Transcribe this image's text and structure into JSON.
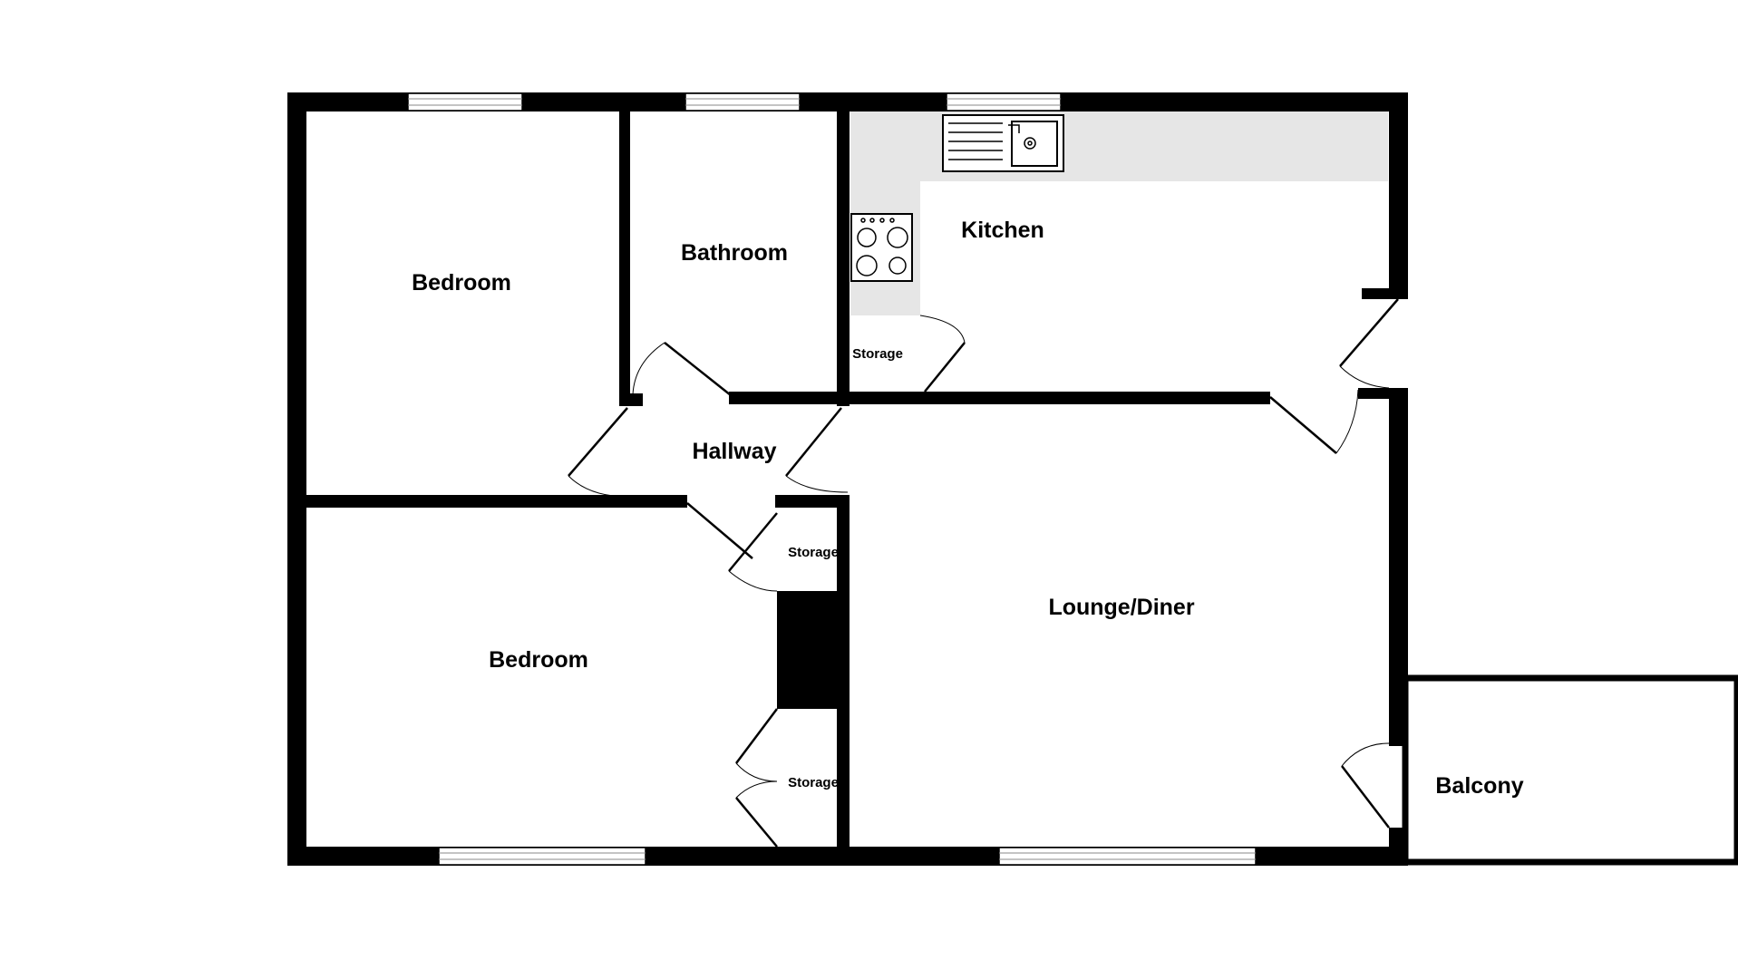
{
  "rooms": {
    "bedroom_top": "Bedroom",
    "bathroom": "Bathroom",
    "kitchen": "Kitchen",
    "kitchen_storage": "Storage",
    "hallway": "Hallway",
    "hall_storage": "Storage",
    "bedroom_bottom": "Bedroom",
    "bedroom_storage": "Storage",
    "lounge": "Lounge/Diner",
    "balcony": "Balcony"
  },
  "icons": [
    "sink-icon",
    "hob-icon",
    "door-swing-icon",
    "window-icon"
  ],
  "colors": {
    "wall": "#000000",
    "worktop": "#e6e6e6",
    "background": "#ffffff"
  }
}
